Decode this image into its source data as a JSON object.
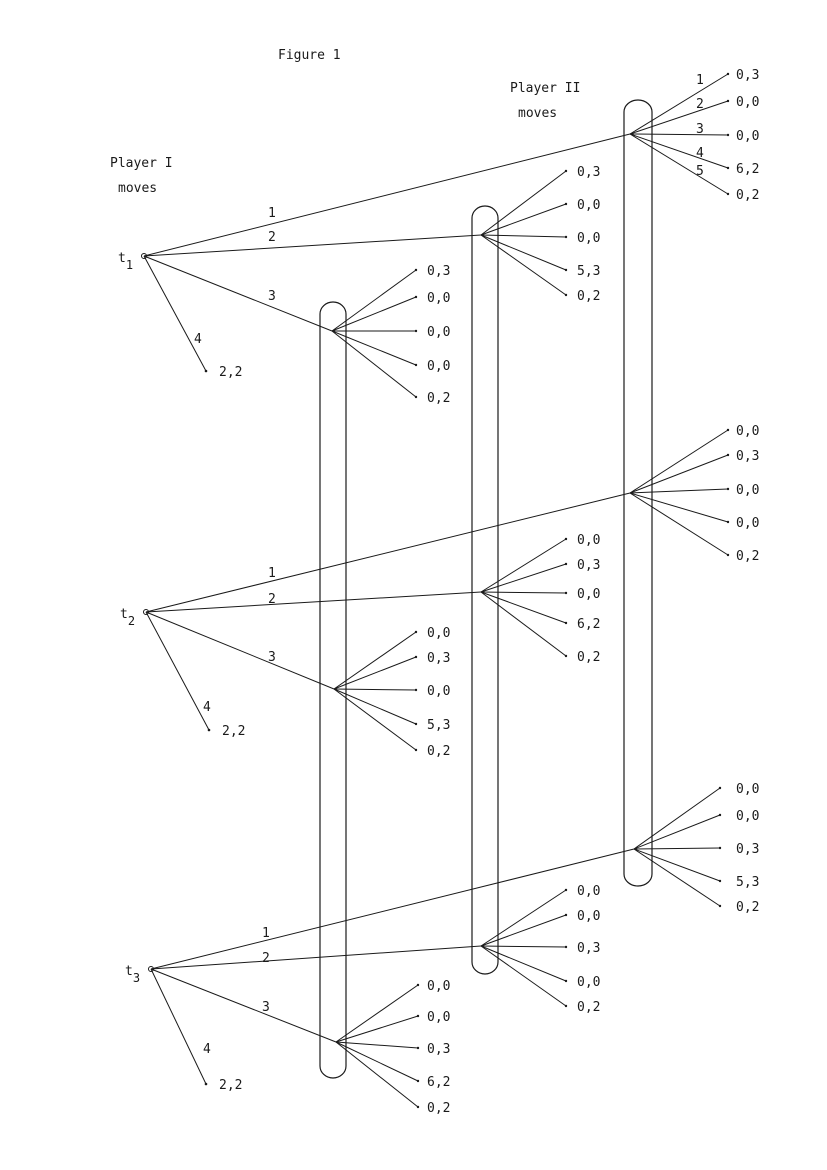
{
  "figure": {
    "title": "Figure 1",
    "player1_label": [
      "Player I",
      "moves"
    ],
    "player2_label": [
      "Player II",
      "moves"
    ]
  },
  "types": [
    {
      "label": "t",
      "subscript": "1",
      "outside_option": {
        "move": "4",
        "payoff": "2,2"
      },
      "moves": [
        {
          "move": "1",
          "info_set": "A",
          "payoffs": [
            "0,3",
            "0,0",
            "0,0",
            "6,2",
            "0,2"
          ],
          "branch_labels": [
            "1",
            "2",
            "3",
            "4",
            "5"
          ]
        },
        {
          "move": "2",
          "info_set": "B",
          "payoffs": [
            "0,3",
            "0,0",
            "0,0",
            "5,3",
            "0,2"
          ]
        },
        {
          "move": "3",
          "info_set": "C",
          "payoffs": [
            "0,3",
            "0,0",
            "0,0",
            "0,0",
            "0,2"
          ]
        }
      ]
    },
    {
      "label": "t",
      "subscript": "2",
      "outside_option": {
        "move": "4",
        "payoff": "2,2"
      },
      "moves": [
        {
          "move": "1",
          "info_set": "A",
          "payoffs": [
            "0,0",
            "0,3",
            "0,0",
            "0,0",
            "0,2"
          ]
        },
        {
          "move": "2",
          "info_set": "B",
          "payoffs": [
            "0,0",
            "0,3",
            "0,0",
            "6,2",
            "0,2"
          ]
        },
        {
          "move": "3",
          "info_set": "C",
          "payoffs": [
            "0,0",
            "0,3",
            "0,0",
            "5,3",
            "0,2"
          ]
        }
      ]
    },
    {
      "label": "t",
      "subscript": "3",
      "outside_option": {
        "move": "4",
        "payoff": "2,2"
      },
      "moves": [
        {
          "move": "1",
          "info_set": "A",
          "payoffs": [
            "0,0",
            "0,0",
            "0,3",
            "5,3",
            "0,2"
          ]
        },
        {
          "move": "2",
          "info_set": "B",
          "payoffs": [
            "0,0",
            "0,0",
            "0,3",
            "0,0",
            "0,2"
          ]
        },
        {
          "move": "3",
          "info_set": "C",
          "payoffs": [
            "0,0",
            "0,0",
            "0,3",
            "6,2",
            "0,2"
          ]
        }
      ]
    }
  ]
}
